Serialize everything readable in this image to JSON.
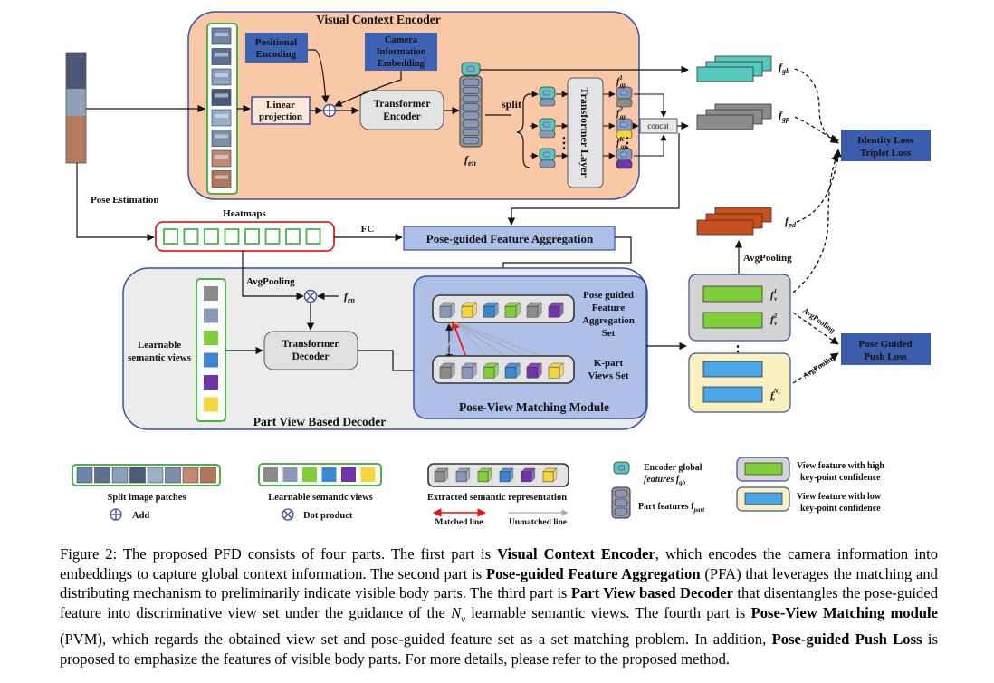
{
  "encoder": {
    "title": "Visual Context Encoder",
    "positional": [
      "Positional",
      "Encoding"
    ],
    "camera": [
      "Camera",
      "Information",
      "Embedding"
    ],
    "linear": [
      "Linear",
      "projection"
    ],
    "transformer": [
      "Transformer",
      "Encoder"
    ],
    "split": "split",
    "f_en": "f",
    "f_en_sub": "en",
    "transformer_layer": "Transformer Layer",
    "concat": "concat",
    "fgp1": "f",
    "fgp1_sup": "1",
    "fgp1_sub": "gp",
    "fgp2": "f",
    "fgp2_sup": "2",
    "fgp2_sub": "gp",
    "fgpK": "f",
    "fgpK_sup": "K",
    "fgpK_sub": "gp",
    "fgb": "f",
    "fgb_sub": "gb",
    "fgp": "f",
    "fgp_sub": "gp"
  },
  "pose": {
    "estimation": "Pose Estimation",
    "heatmaps": "Heatmaps",
    "fc": "FC",
    "pfa": "Pose-guided Feature Aggregation",
    "avgpooling": "AvgPooling"
  },
  "decoder": {
    "title": "Part View Based Decoder",
    "learnable": [
      "Learnable",
      "semantic views"
    ],
    "avgpooling": "AvgPooling",
    "f_en": "f",
    "f_en_sub": "en",
    "transformer": [
      "Transformer",
      "Decoder"
    ],
    "pvm_title": "Pose-View Matching Module",
    "pg_set": [
      "Pose guided",
      "Feature",
      "Aggregation",
      "Set"
    ],
    "kpart": [
      "K-part",
      "Views Set"
    ]
  },
  "right": {
    "identity_loss": [
      "Identity Loss",
      "Triplet Loss"
    ],
    "push_loss": [
      "Pose Guided",
      "Push Loss"
    ],
    "avgpooling": "AvgPooling",
    "fpd": "f",
    "fpd_sub": "pd",
    "fv1": "f",
    "fv1_sup": "1",
    "fv1_sub": "v",
    "fv2": "f",
    "fv2_sup": "2",
    "fv2_sub": "v",
    "fvN": "f",
    "fvN_sup": "N",
    "fvN_supsub": "v",
    "fvN_sub": "v",
    "avgpool_a": "AvgPooling",
    "avgpool_b": "AvgPooling"
  },
  "legend": {
    "split_patches": "Split image patches",
    "add": "Add",
    "learnable": "Learnable semantic views",
    "dot": "Dot product",
    "extracted": "Extracted semantic representation",
    "matched": "Matched line",
    "unmatched": "Unmatched line",
    "enc_global": [
      "Encoder global",
      "features f"
    ],
    "enc_global_sub": "gb",
    "part_features": "Part features f",
    "part_features_sub": "part",
    "view_high": [
      "View feature with high",
      "key-point confidence"
    ],
    "view_low": [
      "View feature with low",
      "key-point confidence"
    ]
  },
  "colors": {
    "encoder_bg": "#f9c8a6",
    "decoder_bg": "#ececec",
    "pvm_bg": "#aebfe8",
    "blue_box": "#3e63b5",
    "loss_box": "#3c5dad",
    "red_text": "#d01f1f",
    "teal": "#57c8bd",
    "orange_red": "#c8501e",
    "green": "#7fce3a",
    "blue": "#3a86d0",
    "purple": "#6f35a8",
    "yellow": "#f5d63c",
    "gray": "#8c8c8c",
    "light_blue": "#4aa6e6",
    "high_conf_bg": "#d4d4d4",
    "low_conf_bg": "#fbf0c0"
  }
}
